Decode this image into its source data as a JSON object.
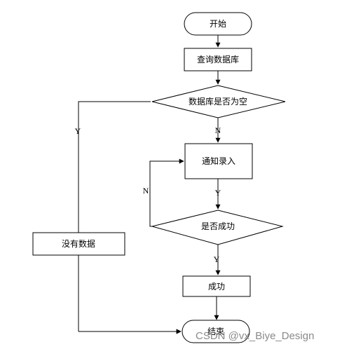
{
  "nodes": {
    "start": "开始",
    "query_db": "查询数据库",
    "db_empty": "数据库是否为空",
    "notify_entry": "通知录入",
    "is_success": "是否成功",
    "success": "成功",
    "no_data": "没有数据",
    "end": "结束"
  },
  "edge_labels": {
    "db_empty_yes": "Y",
    "db_empty_no": "N",
    "notify_yes": "Y",
    "retry_no": "N",
    "success_yes": "Y"
  },
  "watermark": "CSDN @vx_Biye_Design",
  "colors": {
    "line": "#000000",
    "fill": "#ffffff",
    "watermark": "#8a8a8a"
  }
}
